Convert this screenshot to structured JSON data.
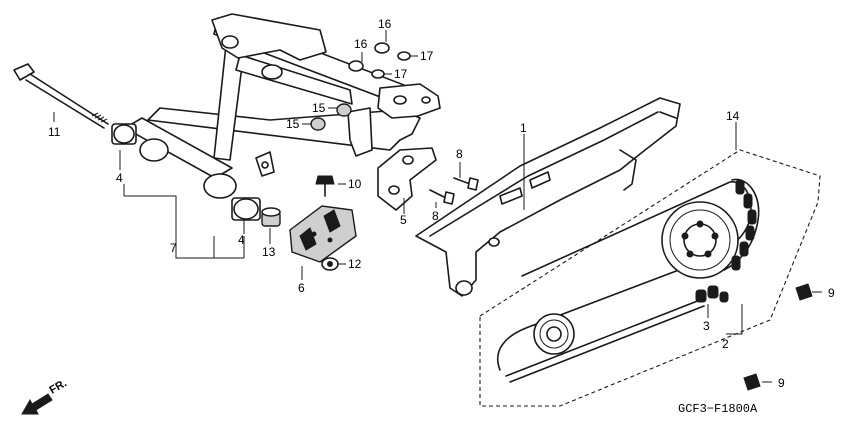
{
  "diagram": {
    "code": "GCF3−F1800A",
    "direction_label": "FR.",
    "callouts": {
      "c1": "1",
      "c2": "2",
      "c3": "3",
      "c4a": "4",
      "c4b": "4",
      "c5": "5",
      "c6": "6",
      "c7": "7",
      "c8a": "8",
      "c8b": "8",
      "c9a": "9",
      "c9b": "9",
      "c10": "10",
      "c11": "11",
      "c12": "12",
      "c13": "13",
      "c14": "14",
      "c15a": "15",
      "c15b": "15",
      "c16a": "16",
      "c16b": "16",
      "c17a": "17",
      "c17b": "17"
    }
  }
}
